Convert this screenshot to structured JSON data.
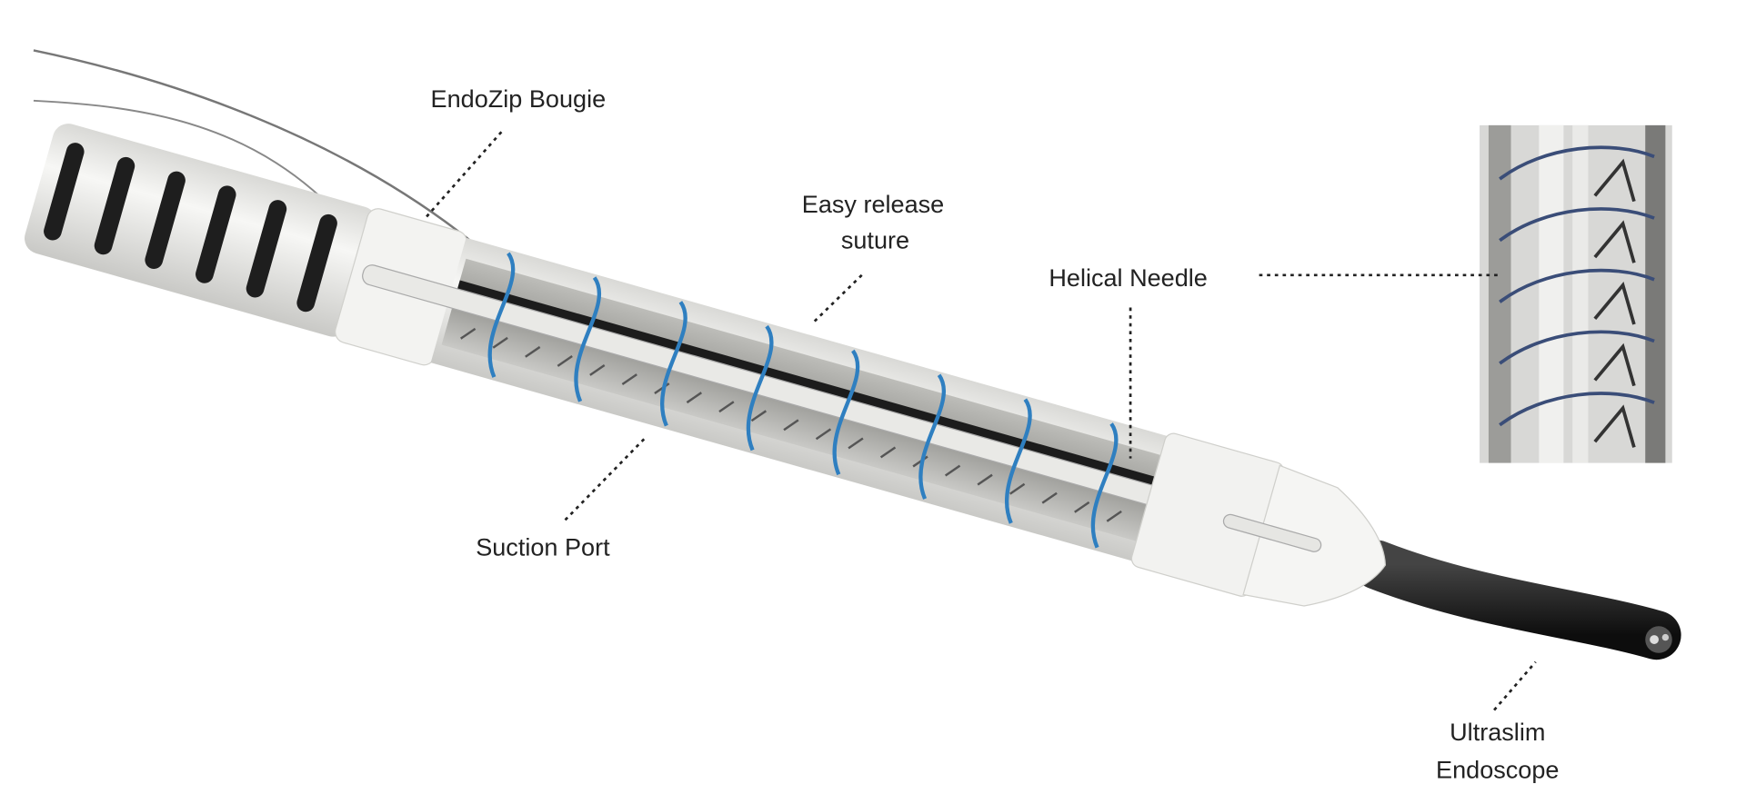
{
  "labels": {
    "bougie": "EndoZip Bougie",
    "suture_line1": "Easy release",
    "suture_line2": "suture",
    "needle": "Helical Needle",
    "suction": "Suction Port",
    "endoscope_line1": "Ultraslim",
    "endoscope_line2": "Endoscope"
  },
  "colors": {
    "suture": "#2f7fc0",
    "device_body": "#eeeeec",
    "endoscope": "#1a1a1a"
  }
}
